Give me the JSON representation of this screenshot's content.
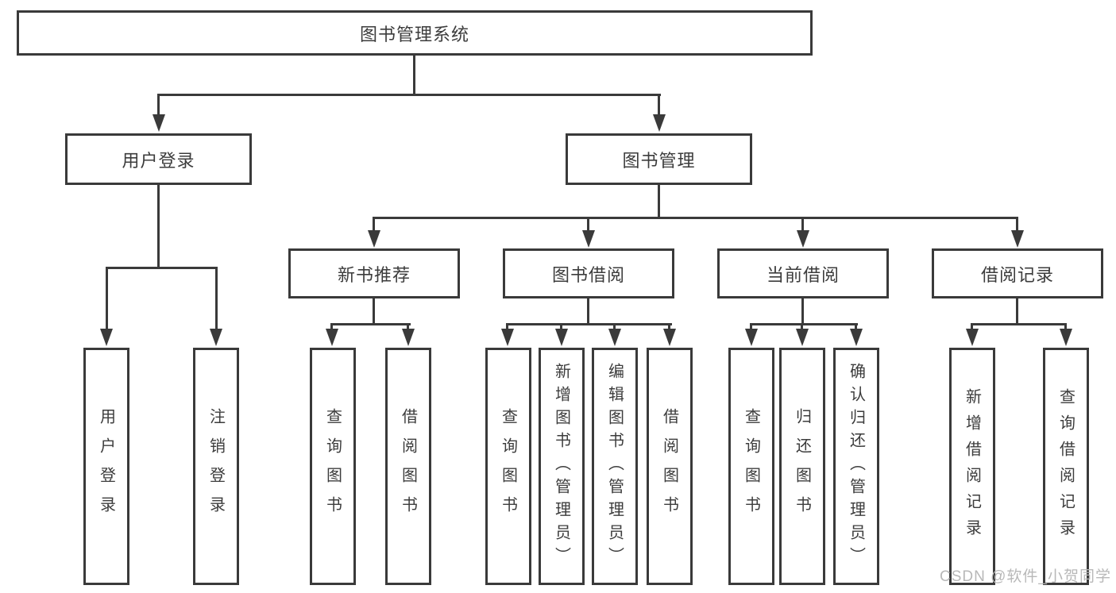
{
  "tree": {
    "label": "图书管理系统",
    "children": [
      {
        "label": "用户登录",
        "children": [
          {
            "label": "用户登录"
          },
          {
            "label": "注销登录"
          }
        ]
      },
      {
        "label": "图书管理",
        "children": [
          {
            "label": "新书推荐",
            "children": [
              {
                "label": "查询图书"
              },
              {
                "label": "借阅图书"
              }
            ]
          },
          {
            "label": "图书借阅",
            "children": [
              {
                "label": "查询图书"
              },
              {
                "label": "新增图书（管理员）"
              },
              {
                "label": "编辑图书（管理员）"
              },
              {
                "label": "借阅图书"
              }
            ]
          },
          {
            "label": "当前借阅",
            "children": [
              {
                "label": "查询图书"
              },
              {
                "label": "归还图书"
              },
              {
                "label": "确认归还（管理员）"
              }
            ]
          },
          {
            "label": "借阅记录",
            "children": [
              {
                "label": "新增借阅记录"
              },
              {
                "label": "查询借阅记录"
              }
            ]
          }
        ]
      }
    ]
  },
  "watermark": {
    "text": "CSDN @软件_小贺同学"
  },
  "colors": {
    "stroke": "#3a3a3a",
    "text": "#3c3c3c",
    "watermark_text": "#b8b8b8",
    "background": "#ffffff"
  }
}
